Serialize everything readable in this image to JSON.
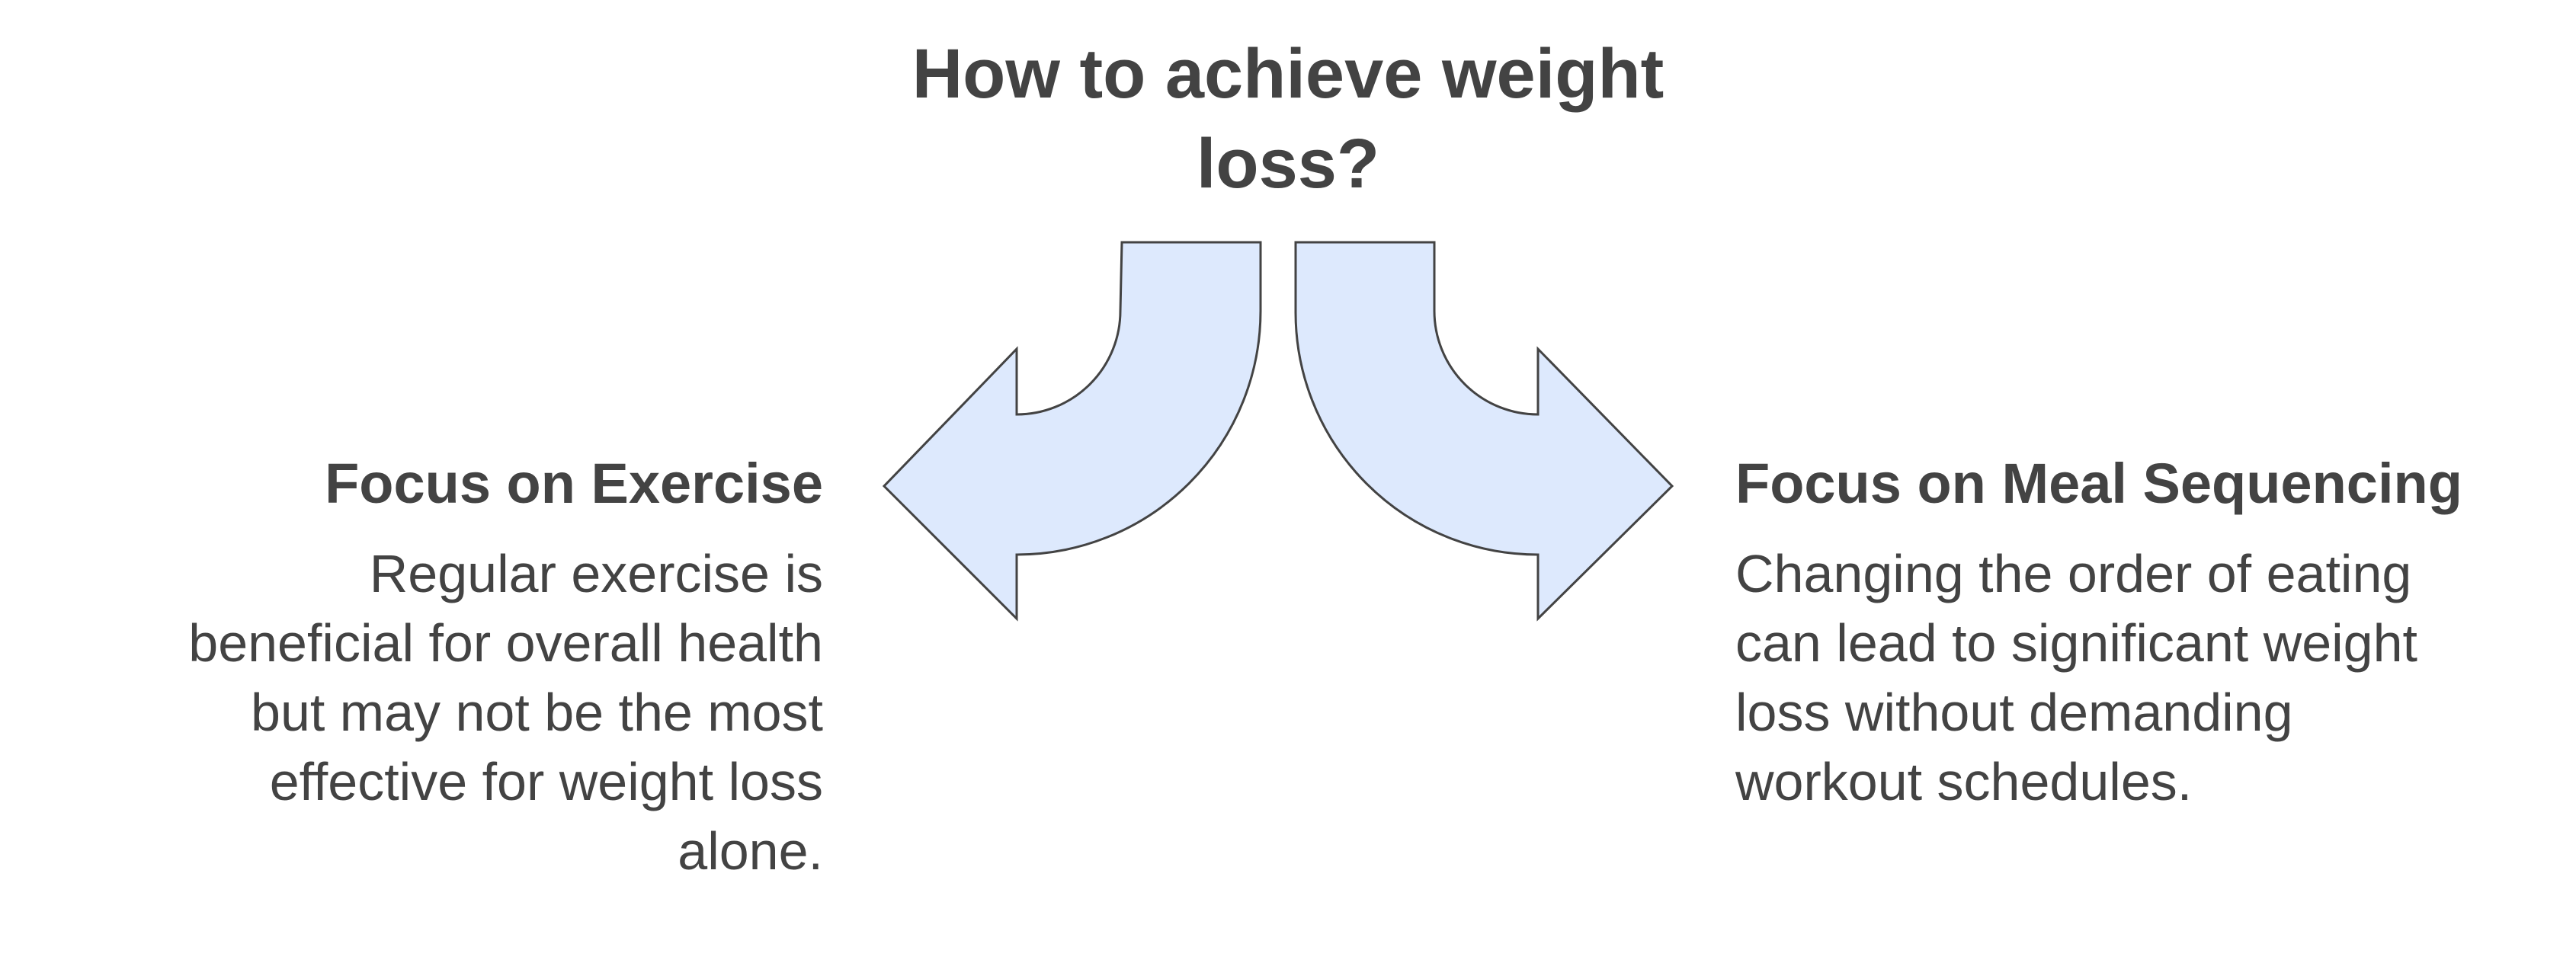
{
  "title": {
    "lines": [
      "How to achieve weight",
      "loss?"
    ]
  },
  "colors": {
    "text": "#434343",
    "arrow_fill": "#dde9fd",
    "arrow_stroke": "#434343",
    "background": "#ffffff"
  },
  "branches": [
    {
      "heading": "Focus on Exercise",
      "body_lines": [
        "Regular exercise is",
        "beneficial for overall health",
        "but may not be the most",
        "effective for weight loss",
        "alone."
      ],
      "arrow_direction": "left"
    },
    {
      "heading": "Focus on Meal Sequencing",
      "body_lines": [
        "Changing the order of eating",
        "can lead to significant weight",
        "loss without demanding",
        "workout schedules."
      ],
      "arrow_direction": "right"
    }
  ]
}
